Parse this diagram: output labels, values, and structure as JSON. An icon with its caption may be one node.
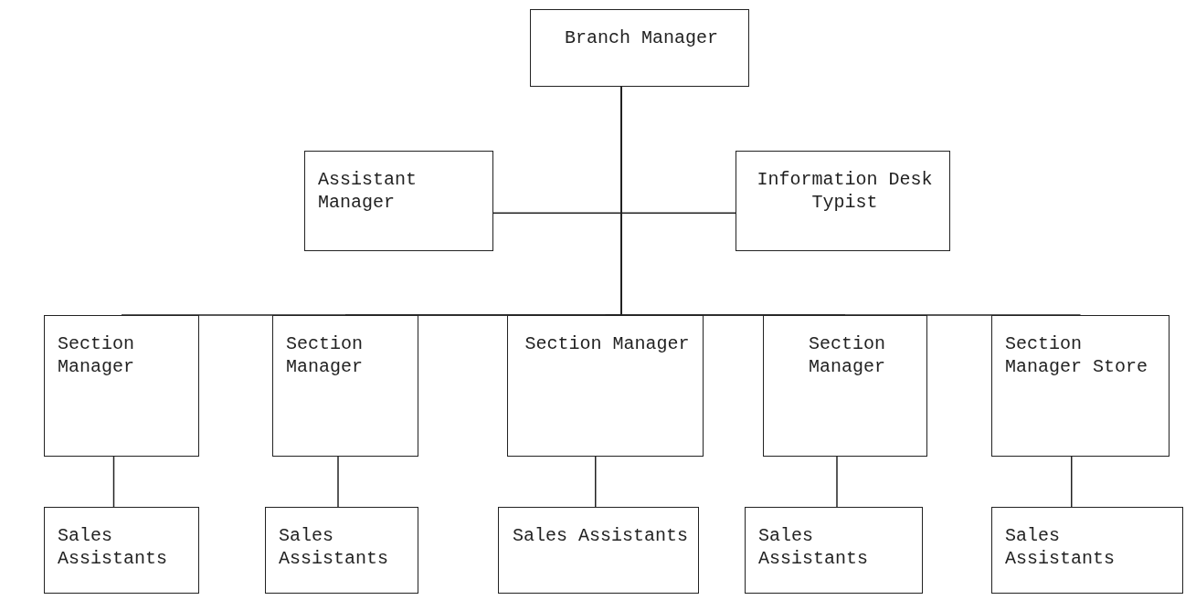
{
  "diagram": {
    "nodes": [
      {
        "text": [
          "Branch Manager"
        ]
      },
      {
        "text": [
          "Assistant Manager"
        ]
      },
      {
        "text": [
          "Information Desk Typist"
        ]
      },
      {
        "text": [
          "Section Manager"
        ]
      },
      {
        "text": [
          "Section Manager"
        ]
      },
      {
        "text": [
          "Section Manager"
        ]
      },
      {
        "text": [
          "Section Manager"
        ]
      },
      {
        "text": [
          "Section Manager Store"
        ]
      },
      {
        "text": [
          "Sales Assistants"
        ]
      },
      {
        "text": [
          "Sales Assistants"
        ]
      },
      {
        "text": [
          "Sales Assistants"
        ]
      },
      {
        "text": [
          "Sales Assistants"
        ]
      },
      {
        "text": [
          "Sales Assistants"
        ]
      }
    ],
    "edges": [
      {
        "from": 0,
        "to": 1,
        "arrow": "none"
      },
      {
        "from": 0,
        "to": 2,
        "arrow": "none"
      },
      {
        "from": 0,
        "to": 3,
        "arrow": "none"
      },
      {
        "from": 0,
        "to": 4,
        "arrow": "none"
      },
      {
        "from": 0,
        "to": 5,
        "arrow": "none"
      },
      {
        "from": 0,
        "to": 6,
        "arrow": "none"
      },
      {
        "from": 0,
        "to": 7,
        "arrow": "none"
      },
      {
        "from": 3,
        "to": 8,
        "arrow": "none"
      },
      {
        "from": 4,
        "to": 9,
        "arrow": "none"
      },
      {
        "from": 5,
        "to": 10,
        "arrow": "none"
      },
      {
        "from": 6,
        "to": 11,
        "arrow": "none"
      },
      {
        "from": 7,
        "to": 12,
        "arrow": "none"
      }
    ]
  }
}
